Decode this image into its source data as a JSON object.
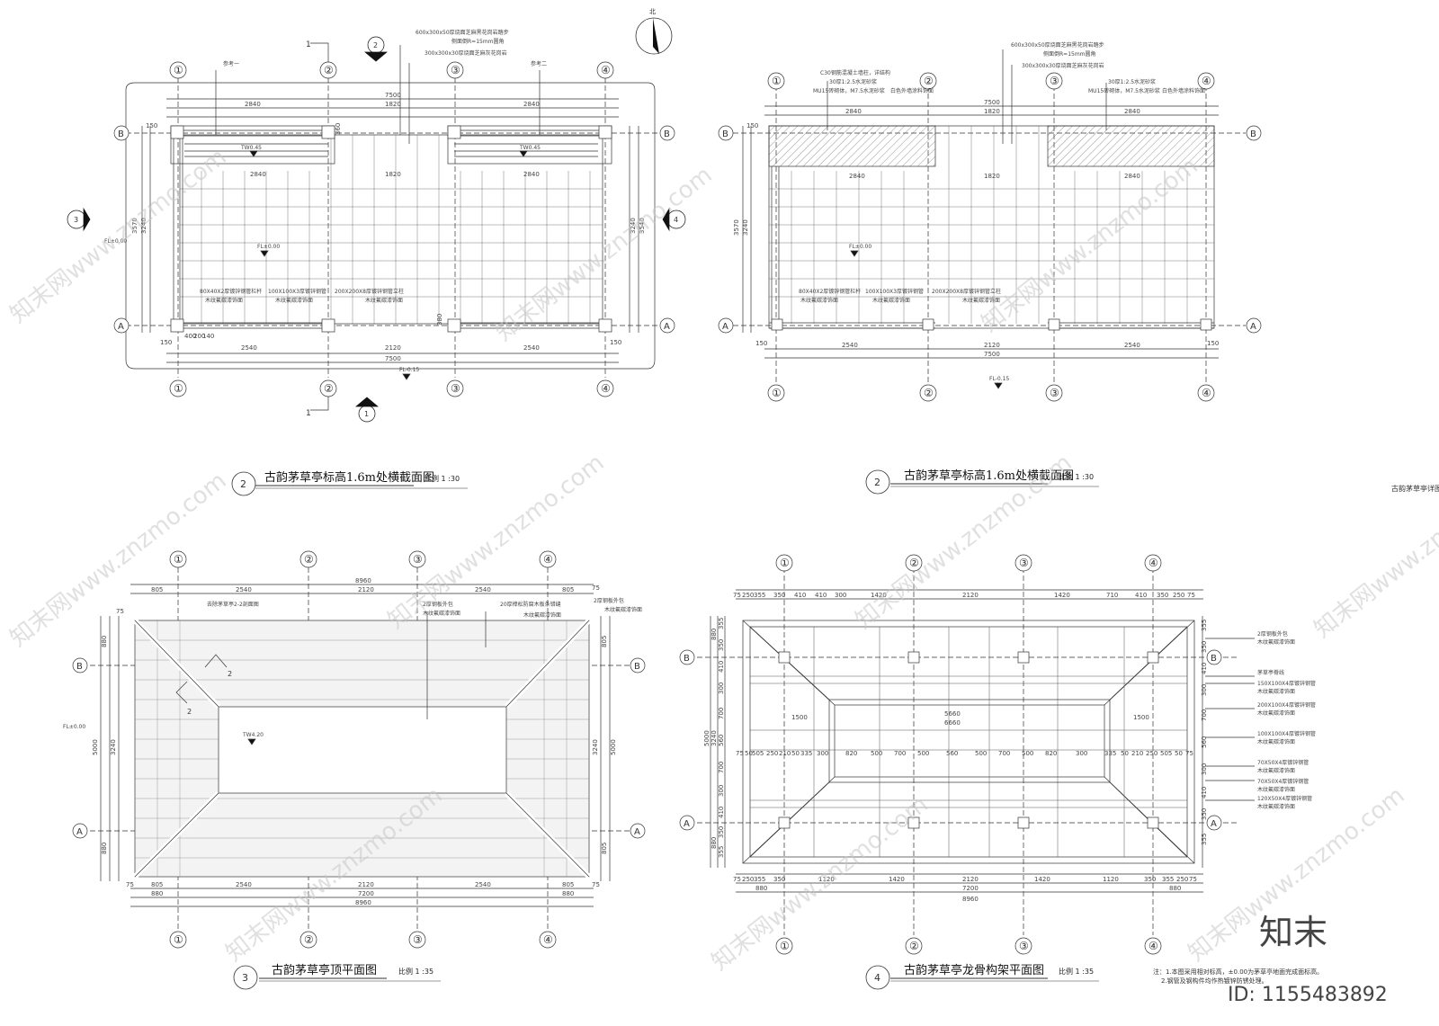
{
  "drawings": {
    "plan_left": {
      "title": "古韵茅草亭标高1.6m处横截面图",
      "number": "2",
      "scale": "比例  1 :30",
      "grid_cols": [
        "①",
        "②",
        "③",
        "④"
      ],
      "grid_rows": [
        "A",
        "B"
      ],
      "dims_top": [
        "7500",
        "2840",
        "1820",
        "2840"
      ],
      "dims_bottom": [
        "2540",
        "2120",
        "2540",
        "7500"
      ],
      "dims_inner": [
        "2840",
        "1820",
        "2840"
      ],
      "dims_left": [
        "3570",
        "3240"
      ],
      "dims_right": [
        "3240",
        "3540"
      ],
      "small_dims": [
        "150",
        "150",
        "400",
        "200",
        "140",
        "150",
        "360",
        "380"
      ],
      "elev_main": "FL±0.00",
      "elev_low": "FL-0.15",
      "tag_left": "TW0.45",
      "tag_right": "TW0.45",
      "section_mark": "1",
      "detail_top": "2",
      "detail_left": "3",
      "detail_right": "4",
      "notes_top": [
        "600x300x50厚烧面芝麻黑花岗岩踏步",
        "侧面倒R=15mm圆角",
        "300x300x30厚烧面芝麻灰花岗岩"
      ],
      "notes_side": [
        "参考一",
        "参考二"
      ],
      "notes_bottom": [
        "80X40X2厚镀锌钢管栏杆",
        "木纹氟碳漆饰面",
        "100X100X3厚镀锌钢管",
        "木纹氟碳漆饰面",
        "200X200X8厚镀锌钢管立柱",
        "木纹氟碳漆饰面"
      ]
    },
    "plan_right": {
      "title": "古韵茅草亭标高1.6m处横截面图",
      "number": "2",
      "scale": "比例  1 :30",
      "grid_cols": [
        "①",
        "②",
        "③",
        "④"
      ],
      "grid_rows": [
        "A",
        "B"
      ],
      "dims_top": [
        "7500",
        "2840",
        "1820",
        "2840"
      ],
      "dims_bottom": [
        "2540",
        "2120",
        "2540",
        "7500"
      ],
      "dims_inner": [
        "2840",
        "1820",
        "2840"
      ],
      "dims_left": [
        "3570",
        "3240"
      ],
      "small_dims": [
        "150",
        "150",
        "150"
      ],
      "elev_main": "FL±0.00",
      "elev_low": "FL-0.15",
      "notes_top": [
        "600x300x50厚烧面芝麻黑花岗岩踏步",
        "侧面倒R=15mm圆角",
        "300x300x30厚烧面芝麻灰花岗岩"
      ],
      "notes_wall": [
        "C30钢筋混凝土墙柱，详结构",
        "30厚1:2.5水泥砂浆",
        "MU15砖砌体，M7.5水泥砂浆",
        "白色外墙涂料饰面"
      ],
      "notes_wall2": [
        "30厚1:2.5水泥砂浆",
        "MU15砖砌体，M7.5水泥砂浆",
        "白色外墙涂料饰面"
      ],
      "notes_bottom": [
        "80X40X2厚镀锌钢管栏杆",
        "木纹氟碳漆饰面",
        "100X100X3厚镀锌钢管",
        "木纹氟碳漆饰面",
        "200X200X8厚镀锌钢管立柱",
        "木纹氟碳漆饰面"
      ]
    },
    "roof_plan": {
      "title": "古韵茅草亭顶平面图",
      "number": "3",
      "scale": "比例  1 :35",
      "grid_cols": [
        "①",
        "②",
        "③",
        "④"
      ],
      "grid_rows": [
        "A",
        "B"
      ],
      "dims_top": [
        "8960",
        "805",
        "2540",
        "2120",
        "2540",
        "805"
      ],
      "dims_bottom": [
        "805",
        "2540",
        "2120",
        "2540",
        "805",
        "880",
        "7200",
        "880",
        "8960"
      ],
      "dims_left": [
        "880",
        "3240",
        "5000",
        "880"
      ],
      "dims_right": [
        "805",
        "3240",
        "5000",
        "805"
      ],
      "small_dims": [
        "75",
        "75",
        "75",
        "75"
      ],
      "elev": "FL±0.00",
      "tag": "TW4.20",
      "section_label": "2",
      "notes": [
        "去除茅草亭2-2剖面图",
        "2厚钢板外包",
        "木纹氟碳漆饰面",
        "20厚樟松防腐木板条错缝",
        "木纹氟碳漆饰面",
        "2厚钢板外包",
        "木纹氟碳漆饰面"
      ]
    },
    "frame_plan": {
      "title": "古韵茅草亭龙骨构架平面图",
      "number": "4",
      "scale": "比例  1 :35",
      "grid_cols": [
        "①",
        "②",
        "③",
        "④"
      ],
      "grid_rows": [
        "A",
        "B"
      ],
      "dims_top": [
        "75",
        "250",
        "355",
        "350",
        "410",
        "410",
        "300",
        "1420",
        "2120",
        "1420",
        "710",
        "410",
        "350",
        "250",
        "75"
      ],
      "dims_bottom": [
        "75",
        "250",
        "355",
        "350",
        "1120",
        "1420",
        "2120",
        "1420",
        "1120",
        "350",
        "355",
        "250",
        "75",
        "880",
        "7200",
        "880",
        "8960"
      ],
      "dims_mid": [
        "75",
        "50",
        "505",
        "250",
        "210",
        "50",
        "335",
        "300",
        "820",
        "500",
        "700",
        "500",
        "560",
        "500",
        "700",
        "500",
        "820",
        "300",
        "335",
        "50",
        "210",
        "250",
        "505",
        "50",
        "75"
      ],
      "dims_inner": [
        "5660",
        "6660",
        "1500",
        "1500"
      ],
      "dims_left": [
        "880",
        "355",
        "350",
        "410",
        "300",
        "700",
        "560",
        "700",
        "300",
        "410",
        "350",
        "355",
        "880",
        "5000",
        "3240"
      ],
      "dims_right": [
        "355",
        "350",
        "410",
        "300",
        "700",
        "560",
        "300",
        "410",
        "350",
        "355"
      ],
      "notes": [
        "2厚钢板外包",
        "木纹氟碳漆饰面",
        "茅草亭脊线",
        "150X100X4厚镀锌钢管",
        "木纹氟碳漆饰面",
        "200X100X4厚镀锌钢管",
        "木纹氟碳漆饰面",
        "100X100X4厚镀锌钢管",
        "木纹氟碳漆饰面",
        "70X50X4厚镀锌钢管",
        "木纹氟碳漆饰面",
        "70X50X4厚镀锌钢管",
        "木纹氟碳漆饰面",
        "120X50X4厚镀锌钢管",
        "木纹氟碳漆饰面"
      ]
    }
  },
  "sheet_label": "古韵茅草亭详图一",
  "north_label": "北",
  "footnotes": [
    "注：1.本图采用相对标高，±0.00为茅草亭地面完成面标高。",
    "2.钢管及钢构件均作热镀锌防锈处理。"
  ],
  "watermarks": [
    "知末网www.znzmo.com"
  ],
  "brand": {
    "logo": "知末",
    "id": "ID: 1155483892"
  },
  "colors": {
    "line": "#333333",
    "hatch": "#555555",
    "watermark": "#c8c8c8",
    "background": "#ffffff"
  }
}
